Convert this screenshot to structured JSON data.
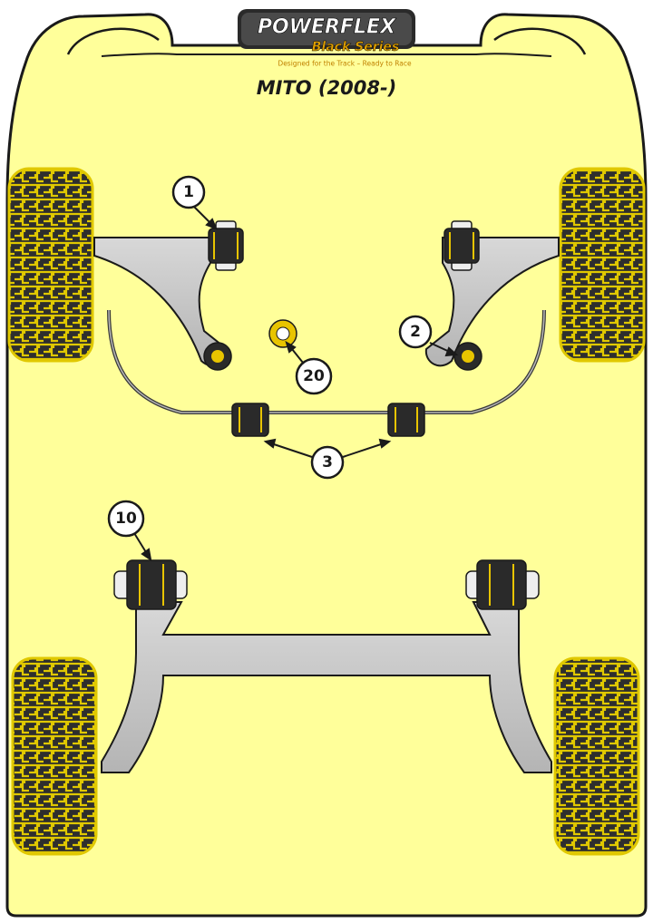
{
  "brand": {
    "name": "POWERFLEX",
    "series": "Black Series",
    "tagline": "Designed for the Track – Ready to Race"
  },
  "model": "MITO (2008-)",
  "callouts": [
    {
      "id": "1",
      "label": "1"
    },
    {
      "id": "2",
      "label": "2"
    },
    {
      "id": "20",
      "label": "20"
    },
    {
      "id": "3",
      "label": "3"
    },
    {
      "id": "10",
      "label": "10"
    }
  ],
  "colors": {
    "body_fill": "#ffff9a",
    "outline": "#1a1a1a",
    "metal": "#c4c4c4",
    "bush_dark": "#2a2a2a",
    "bush_gold": "#e8c400",
    "tyre_fill": "#2e2e2e",
    "tyre_tread": "#e0c800"
  }
}
